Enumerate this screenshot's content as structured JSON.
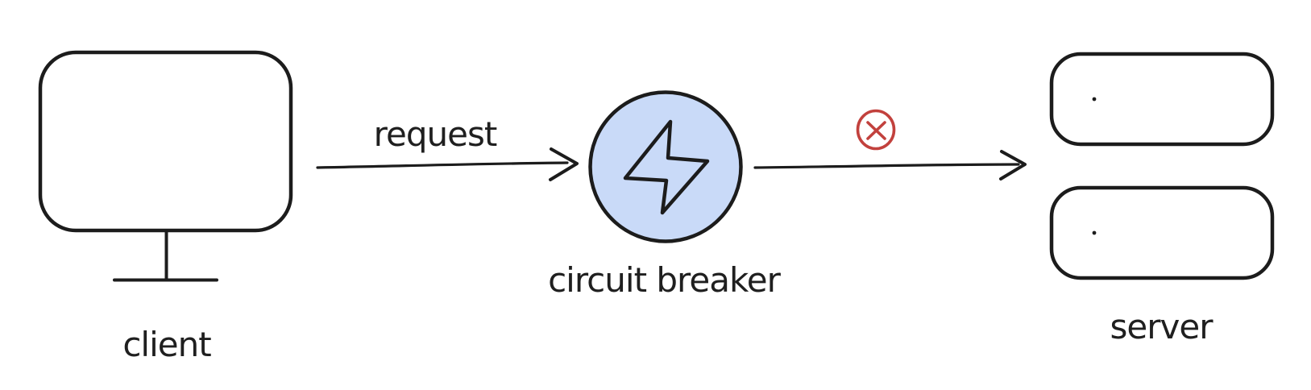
{
  "diagram_type": "circuit-breaker-pattern",
  "colors": {
    "ink": "#1c1c1c",
    "breaker_fill": "#c9daf8",
    "error_red": "#c2413d",
    "background": "#ffffff"
  },
  "nodes": {
    "client": {
      "label": "client",
      "icon": "monitor-icon"
    },
    "circuit_breaker": {
      "label": "circuit breaker",
      "icon": "lightning-bolt-icon"
    },
    "server": {
      "label": "server",
      "icon": "server-boxes-icon",
      "instance_count": 2
    }
  },
  "edges": {
    "request": {
      "from": "client",
      "to": "circuit_breaker",
      "label": "request"
    },
    "blocked": {
      "from": "circuit_breaker",
      "to": "server",
      "status_icon": "circled-x-icon",
      "status": "blocked"
    }
  }
}
